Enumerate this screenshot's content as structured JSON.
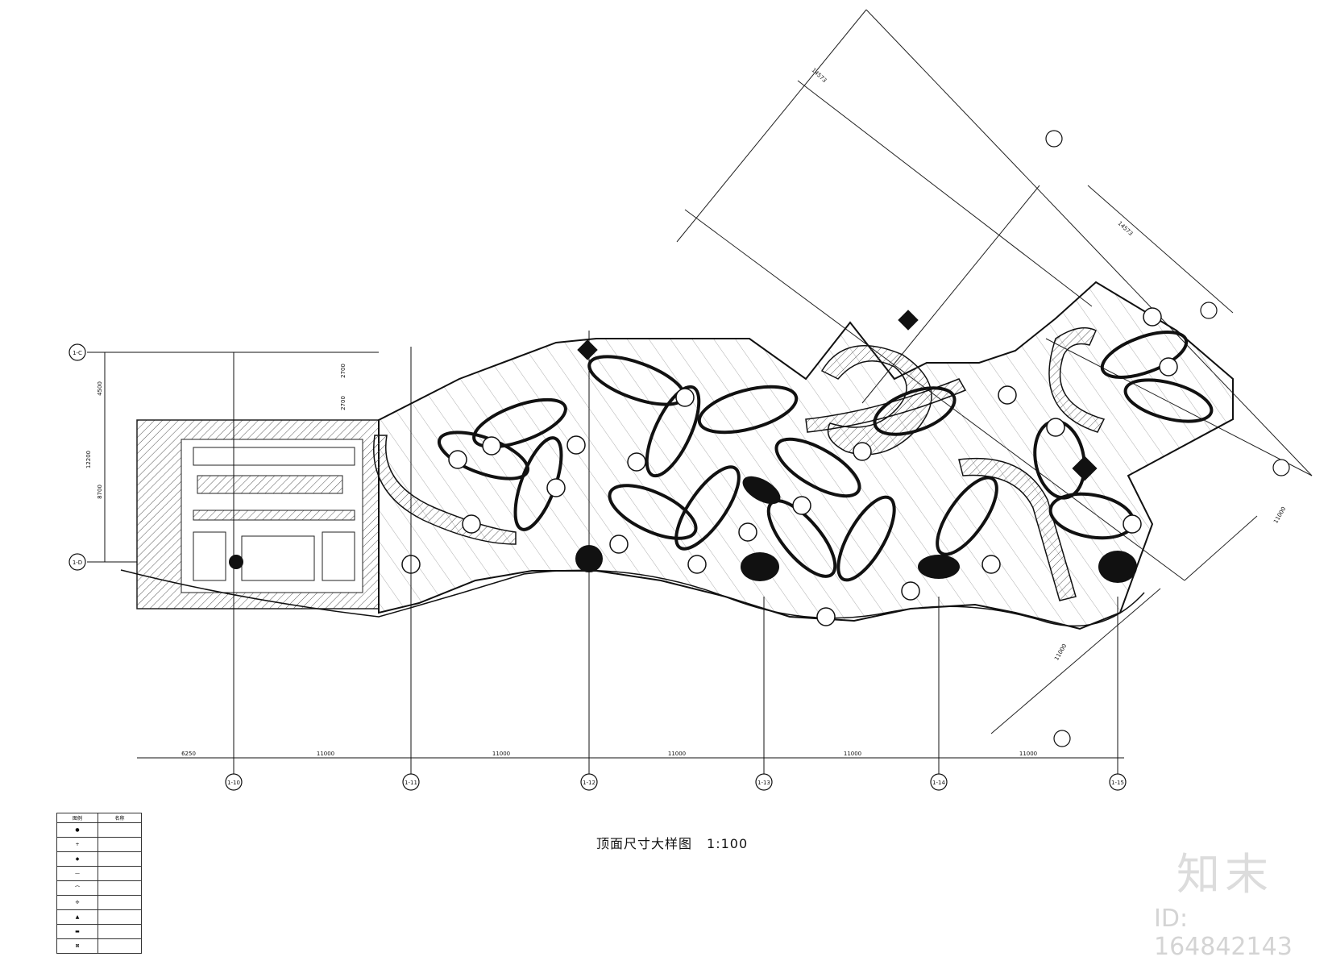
{
  "drawing": {
    "title": "顶面尺寸大样图",
    "scale": "1:100"
  },
  "watermark": {
    "brand": "知末",
    "id_text": "ID: 164842143"
  },
  "axis_labels": {
    "bottom": [
      "1-10",
      "1-11",
      "1-12",
      "1-13",
      "1-14",
      "1-15"
    ],
    "left": [
      "1-C",
      "1-D"
    ]
  },
  "dimensions": {
    "bottom": [
      "6250",
      "11000",
      "11000",
      "11000",
      "11000",
      "11000"
    ],
    "left": [
      "4500",
      "12200",
      "8700"
    ],
    "left_inner": [
      "2700",
      "2700"
    ],
    "diagonal": [
      "14573",
      "14573"
    ],
    "right_diagonal": [
      "11000",
      "11000"
    ]
  },
  "legend": {
    "header": [
      "图例",
      "名称"
    ]
  },
  "colors": {
    "line": "#111111",
    "hatch": "#555555",
    "watermark": "#dcdcdc"
  }
}
